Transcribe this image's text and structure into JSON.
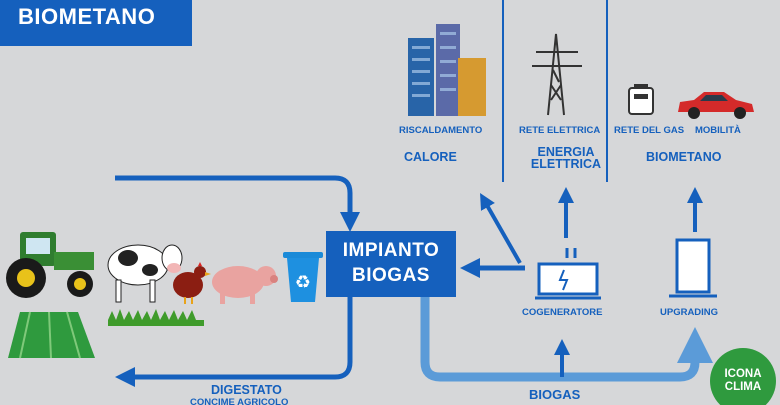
{
  "title": "BIOMETANO",
  "uses": {
    "riscaldamento": "RISCALDAMENTO",
    "calore": "CALORE",
    "rete_elettrica": "RETE ELETTRICA",
    "energia_elettrica": "ENERGIA\nELETTRICA",
    "rete_gas": "RETE DEL GAS",
    "mobilita": "MOBILITÀ",
    "biometano": "BIOMETANO"
  },
  "plant": {
    "line1": "IMPIANTO",
    "line2": "BIOGAS"
  },
  "units": {
    "cogeneratore": "COGENERATORE",
    "upgrading": "UPGRADING"
  },
  "flows": {
    "biogas": "BIOGAS",
    "digestato": "DIGESTATO",
    "concime": "CONCIME AGRICOLO"
  },
  "logo": {
    "line1": "ICONA",
    "line2": "CLIMA"
  },
  "icons": [
    "tractor-icon",
    "field-icon",
    "cow-icon",
    "hen-icon",
    "pig-icon",
    "recycle-bin-icon",
    "buildings-icon",
    "power-pylon-icon",
    "gas-meter-icon",
    "car-icon",
    "cogenerator-icon",
    "upgrading-icon"
  ],
  "colors": {
    "accent": "#1560bd",
    "flow_light": "#5b9bd8",
    "background": "#d6d7d9",
    "logo": "#2f9a3e"
  }
}
